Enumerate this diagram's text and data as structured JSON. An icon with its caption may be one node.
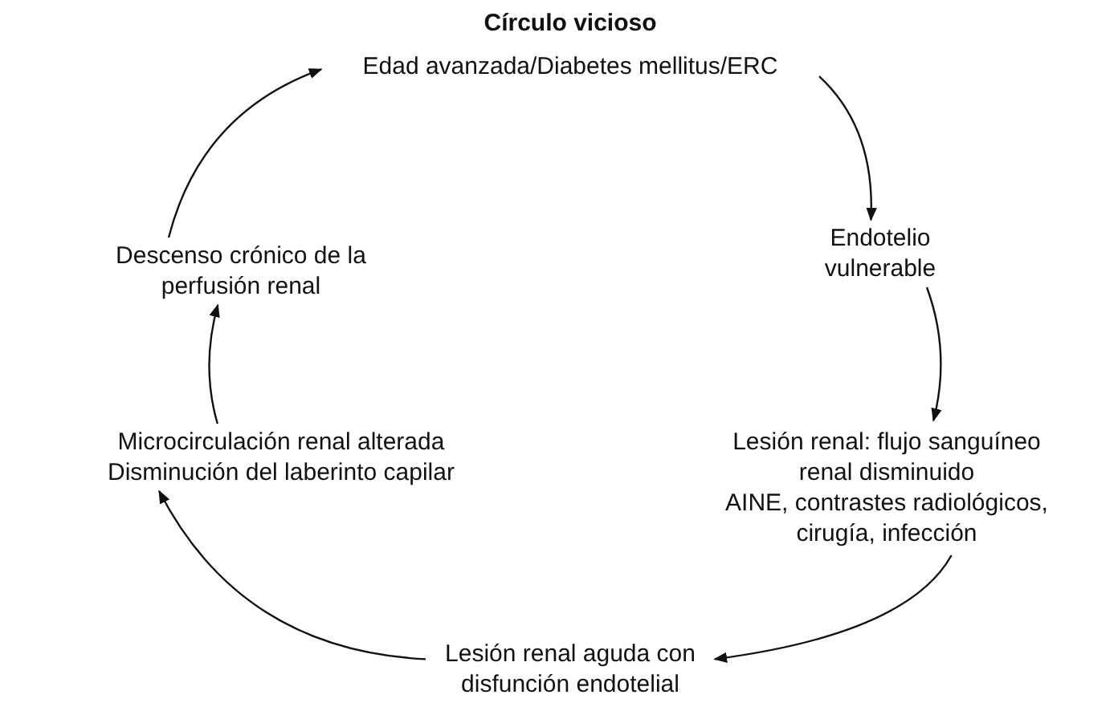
{
  "diagram": {
    "title": "Círculo vicioso",
    "nodes": [
      {
        "text": [
          "Edad avanzada/Diabetes mellitus/ERC"
        ]
      },
      {
        "text": [
          "Endotelio vulnerable"
        ]
      },
      {
        "text": [
          "Lesión renal: flujo sanguíneo renal disminuido",
          "AINE, contrastes radiológicos, cirugía, infección"
        ]
      },
      {
        "text": [
          "Lesión renal aguda con disfunción endotelial"
        ]
      },
      {
        "text": [
          "Microcirculación renal alterada",
          "Disminución del laberinto capilar"
        ]
      },
      {
        "text": [
          "Descenso crónico de la perfusión renal"
        ]
      }
    ],
    "edges": [
      {
        "from": 0,
        "to": 1,
        "arrow": "to"
      },
      {
        "from": 1,
        "to": 2,
        "arrow": "to"
      },
      {
        "from": 2,
        "to": 3,
        "arrow": "to"
      },
      {
        "from": 3,
        "to": 4,
        "arrow": "to"
      },
      {
        "from": 4,
        "to": 5,
        "arrow": "to"
      },
      {
        "from": 5,
        "to": 0,
        "arrow": "to"
      }
    ]
  }
}
